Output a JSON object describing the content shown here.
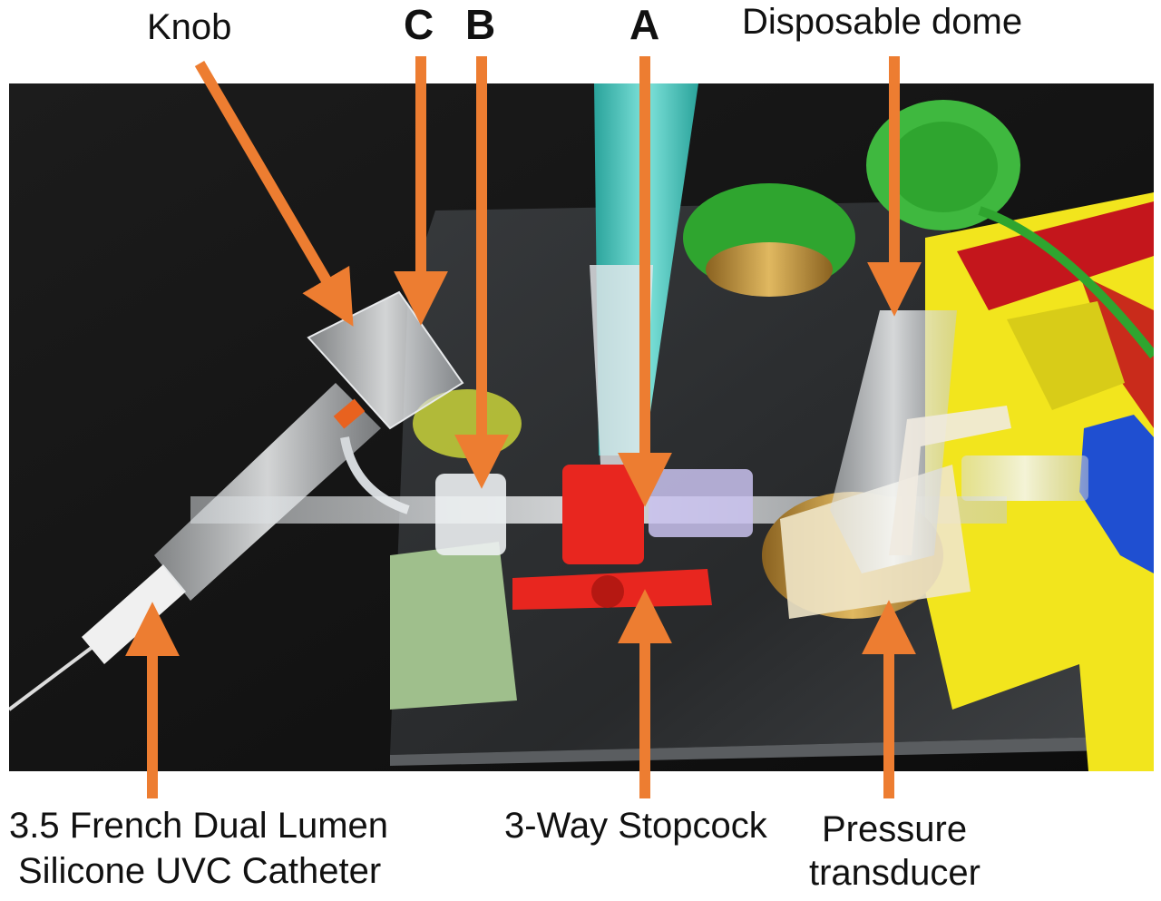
{
  "labels": {
    "knob": "Knob",
    "c": "C",
    "b": "B",
    "a": "A",
    "disposable_dome": "Disposable dome",
    "catheter_line1": "3.5 French Dual Lumen",
    "catheter_line2": "Silicone UVC Catheter",
    "stopcock": "3-Way Stopcock",
    "transducer_line1": "Pressure",
    "transducer_line2": "transducer"
  },
  "colors": {
    "arrow": "#ED7D31",
    "background_dark": "#141414",
    "stopcock_red": "#E8261F",
    "syringe_teal": "#3FC1B8",
    "cap_green": "#2FA52F",
    "tape_yellow": "#F2E51D",
    "tape_red": "#C4161C",
    "connector_blue": "#1F4FD1",
    "label_text": "#111111"
  }
}
